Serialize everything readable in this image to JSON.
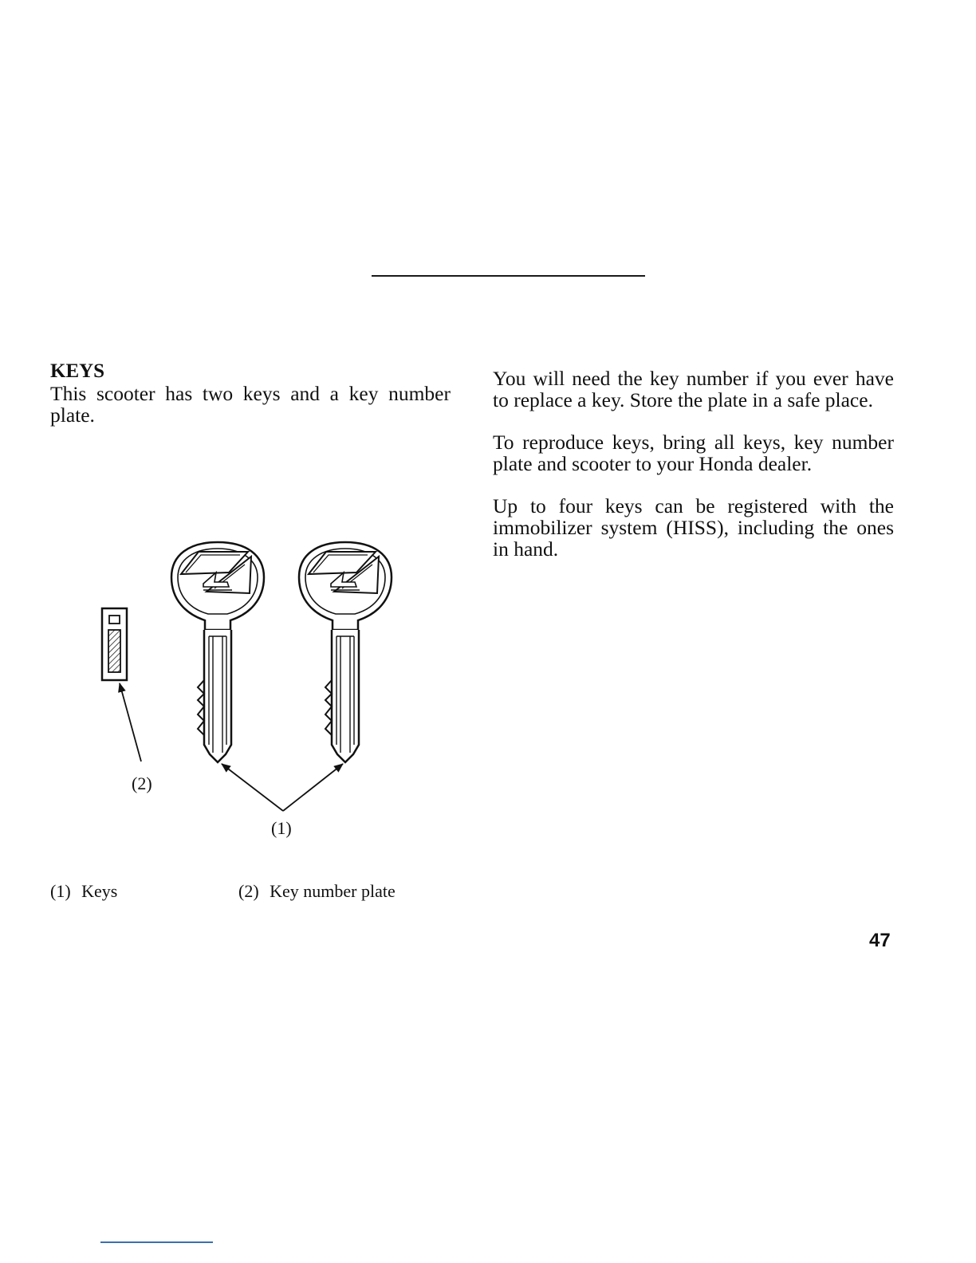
{
  "section": {
    "heading": "KEYS",
    "intro": "This scooter has two keys and a key number plate."
  },
  "right_column": {
    "paragraphs": [
      "You will need the key number if you ever have to replace a key. Store the plate in a safe place.",
      "To reproduce keys, bring all keys, key number plate and scooter to your Honda dealer.",
      "Up to four keys can be registered with the immobilizer system (HISS), including the ones in hand."
    ]
  },
  "figure": {
    "callouts": {
      "keys": "(1)",
      "plate": "(2)"
    },
    "captions": [
      {
        "num": "(1)",
        "text": "Keys"
      },
      {
        "num": "(2)",
        "text": "Key number plate"
      }
    ]
  },
  "page_number": "47"
}
